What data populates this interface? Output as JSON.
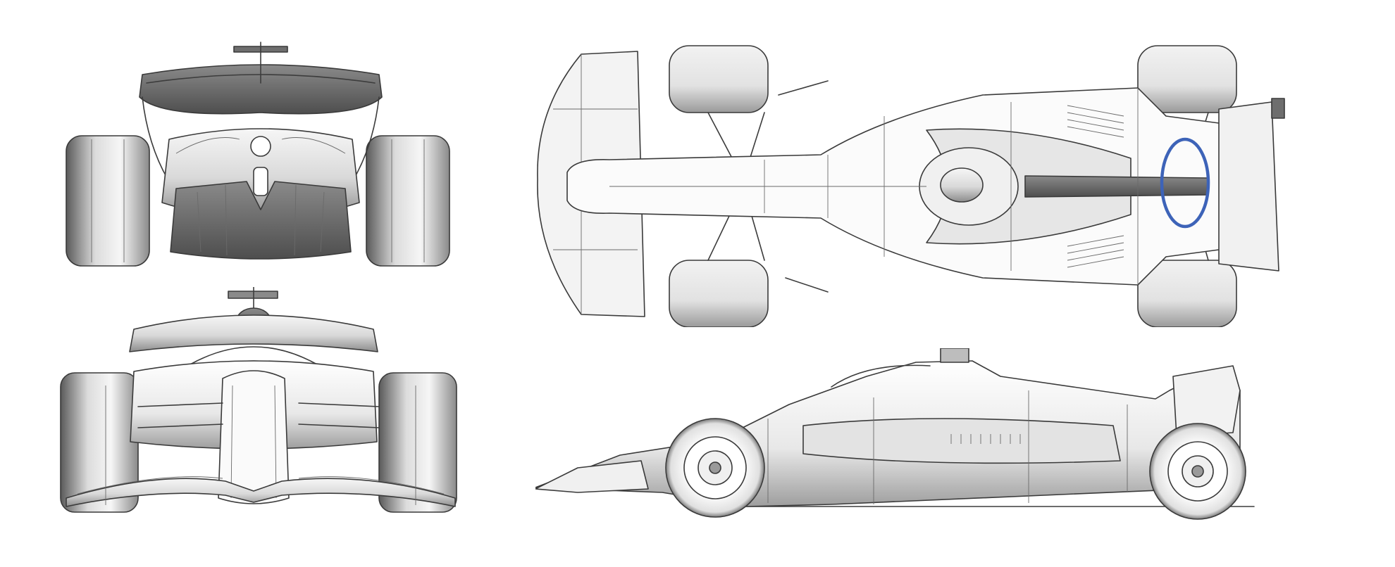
{
  "figure": {
    "views": [
      "rear-view",
      "front-view",
      "top-view",
      "side-view"
    ],
    "highlight": {
      "shape": "ellipse",
      "color": "#3d63b8"
    }
  },
  "colors": {
    "background": "#ffffff",
    "line": "#3c3c3c",
    "shade_dark": "#6e6e6e",
    "shade_light": "#f4f4f4"
  }
}
